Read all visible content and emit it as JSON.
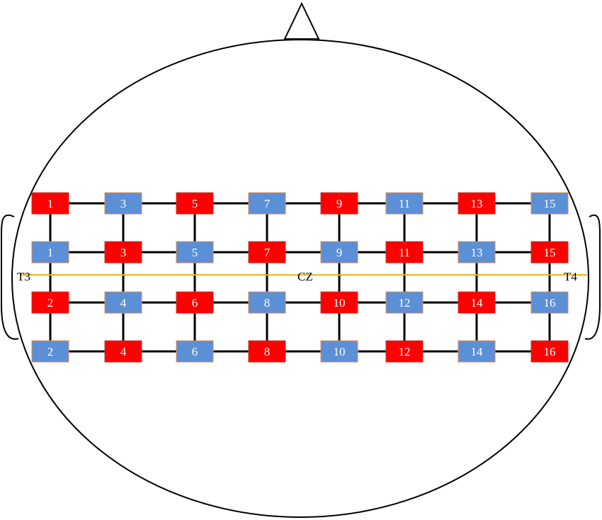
{
  "colors": {
    "source": "#ff0000",
    "detector": "#5b8fd6",
    "connection": "#000000",
    "reference_line": "#f2b21a",
    "label_text": "#ffffff",
    "outline": "#000000"
  },
  "landmarks": {
    "left": "T3",
    "center": "CZ",
    "right": "T4"
  },
  "rows": [
    [
      {
        "label": "1",
        "type": "source"
      },
      {
        "label": "3",
        "type": "detector"
      },
      {
        "label": "5",
        "type": "source"
      },
      {
        "label": "7",
        "type": "detector"
      },
      {
        "label": "9",
        "type": "source"
      },
      {
        "label": "11",
        "type": "detector"
      },
      {
        "label": "13",
        "type": "source"
      },
      {
        "label": "15",
        "type": "detector"
      }
    ],
    [
      {
        "label": "1",
        "type": "detector"
      },
      {
        "label": "3",
        "type": "source"
      },
      {
        "label": "5",
        "type": "detector"
      },
      {
        "label": "7",
        "type": "source"
      },
      {
        "label": "9",
        "type": "detector"
      },
      {
        "label": "11",
        "type": "source"
      },
      {
        "label": "13",
        "type": "detector"
      },
      {
        "label": "15",
        "type": "source"
      }
    ],
    [
      {
        "label": "2",
        "type": "source"
      },
      {
        "label": "4",
        "type": "detector"
      },
      {
        "label": "6",
        "type": "source"
      },
      {
        "label": "8",
        "type": "detector"
      },
      {
        "label": "10",
        "type": "source"
      },
      {
        "label": "12",
        "type": "detector"
      },
      {
        "label": "14",
        "type": "source"
      },
      {
        "label": "16",
        "type": "detector"
      }
    ],
    [
      {
        "label": "2",
        "type": "detector"
      },
      {
        "label": "4",
        "type": "source"
      },
      {
        "label": "6",
        "type": "detector"
      },
      {
        "label": "8",
        "type": "source"
      },
      {
        "label": "10",
        "type": "detector"
      },
      {
        "label": "12",
        "type": "source"
      },
      {
        "label": "14",
        "type": "detector"
      },
      {
        "label": "16",
        "type": "source"
      }
    ]
  ]
}
